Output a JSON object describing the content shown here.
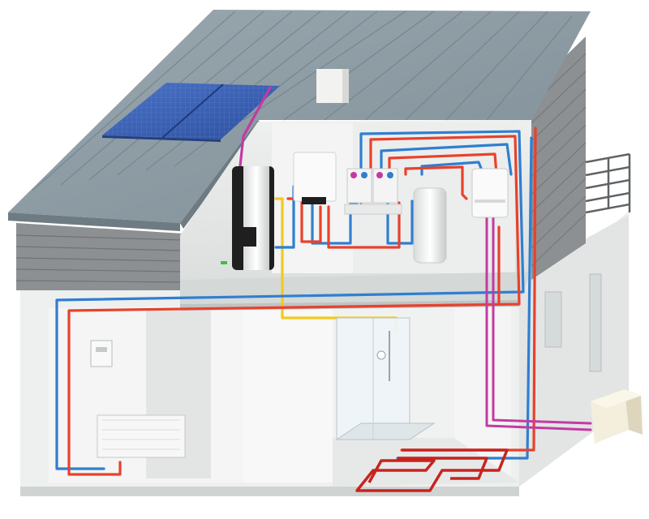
{
  "scene": {
    "title": "",
    "description_text": ""
  },
  "components": {
    "solar_panel": "solar-collector",
    "storage_tank": "hot-water-storage-tank",
    "boiler": "wall-mounted-boiler",
    "pump_groups": "heating-pump-groups",
    "buffer_tank": "expansion-vessel",
    "indoor_unit": "heat-pump-indoor-unit",
    "outdoor_unit": "heat-pump-outdoor-unit",
    "radiator": "panel-radiator",
    "thermostat": "room-thermostat",
    "shower": "shower-cabin",
    "floor_heating": "underfloor-heating-loop"
  },
  "colors": {
    "supply": "#e8412c",
    "return": "#2f7fd0",
    "cold_water": "#f2c91f",
    "refrigerant": "#c33aa4",
    "floor_loop": "#c8231e",
    "roof": "#8a9aa2",
    "wall": "#e4e6e5",
    "cladding": "#8c8f91",
    "solar": "#3b63b8"
  }
}
